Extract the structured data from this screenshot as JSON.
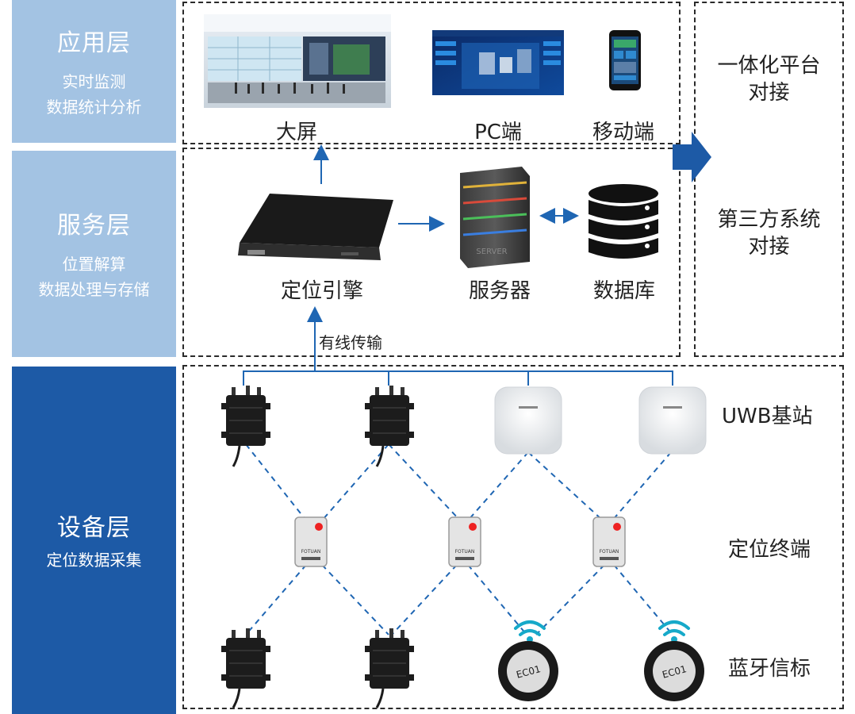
{
  "layers": {
    "app": {
      "title": "应用层",
      "lines": [
        "实时监测",
        "数据统计分析"
      ]
    },
    "service": {
      "title": "服务层",
      "lines": [
        "位置解算",
        "数据处理与存储"
      ]
    },
    "device": {
      "title": "设备层",
      "lines": [
        "定位数据采集"
      ]
    }
  },
  "app_layer": {
    "big_screen": "大屏",
    "pc": "PC端",
    "mobile": "移动端"
  },
  "service_layer": {
    "engine": "定位引擎",
    "server": "服务器",
    "database": "数据库",
    "wired": "有线传输"
  },
  "third_party": {
    "platform": [
      "一体化平台",
      "对接"
    ],
    "system": [
      "第三方系统",
      "对接"
    ]
  },
  "device_layer": {
    "uwb": "UWB基站",
    "terminal": "定位终端",
    "beacon": "蓝牙信标"
  },
  "beacon_code": "EC01",
  "terminal_brand": "FOTUAN",
  "server_text": "SERVER",
  "colors": {
    "accent": "#1d5aa6",
    "layer_light": "#a3c3e3",
    "arrow": "#1f66b3",
    "beacon_wave": "#16a9c9"
  }
}
